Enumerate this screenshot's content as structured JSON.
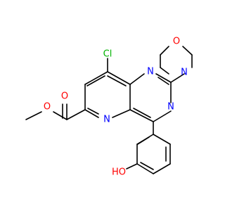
{
  "molecule": {
    "atoms": {
      "cl": {
        "text": "Cl",
        "color": "#00b200"
      },
      "n_pyrimidine_top": {
        "text": "N",
        "color": "#0000ff"
      },
      "n_morpholine": {
        "text": "N",
        "color": "#0000ff"
      },
      "o_morpholine": {
        "text": "O",
        "color": "#ff0000"
      },
      "n_pyrimidine_bottom": {
        "text": "N",
        "color": "#0000ff"
      },
      "n_pyridine": {
        "text": "N",
        "color": "#0000ff"
      },
      "o_carbonyl": {
        "text": "O",
        "color": "#ff0000"
      },
      "o_ester": {
        "text": "O",
        "color": "#ff0000"
      },
      "o_hydroxyl": {
        "text": "HO",
        "color": "#ff0000"
      }
    }
  }
}
